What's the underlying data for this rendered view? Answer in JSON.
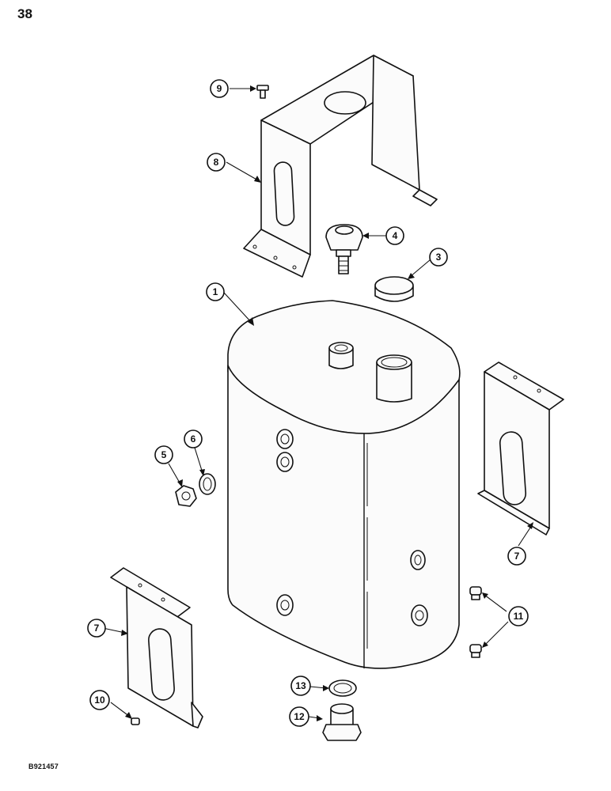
{
  "page_number": "38",
  "figure_code": "B921457",
  "callouts": {
    "c1": "1",
    "c3": "3",
    "c4": "4",
    "c5": "5",
    "c6": "6",
    "c7a": "7",
    "c7b": "7",
    "c8": "8",
    "c9": "9",
    "c10": "10",
    "c11": "11",
    "c12": "12",
    "c13": "13"
  }
}
